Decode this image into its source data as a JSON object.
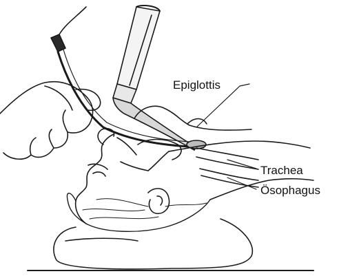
{
  "labels": {
    "epiglottis": "Epiglottis",
    "trachea": "Trachea",
    "oesophagus": "Ösophagus"
  },
  "colors": {
    "ink": "#1a1a1a",
    "fill_dark": "#2a2a2a",
    "background": "#ffffff"
  }
}
